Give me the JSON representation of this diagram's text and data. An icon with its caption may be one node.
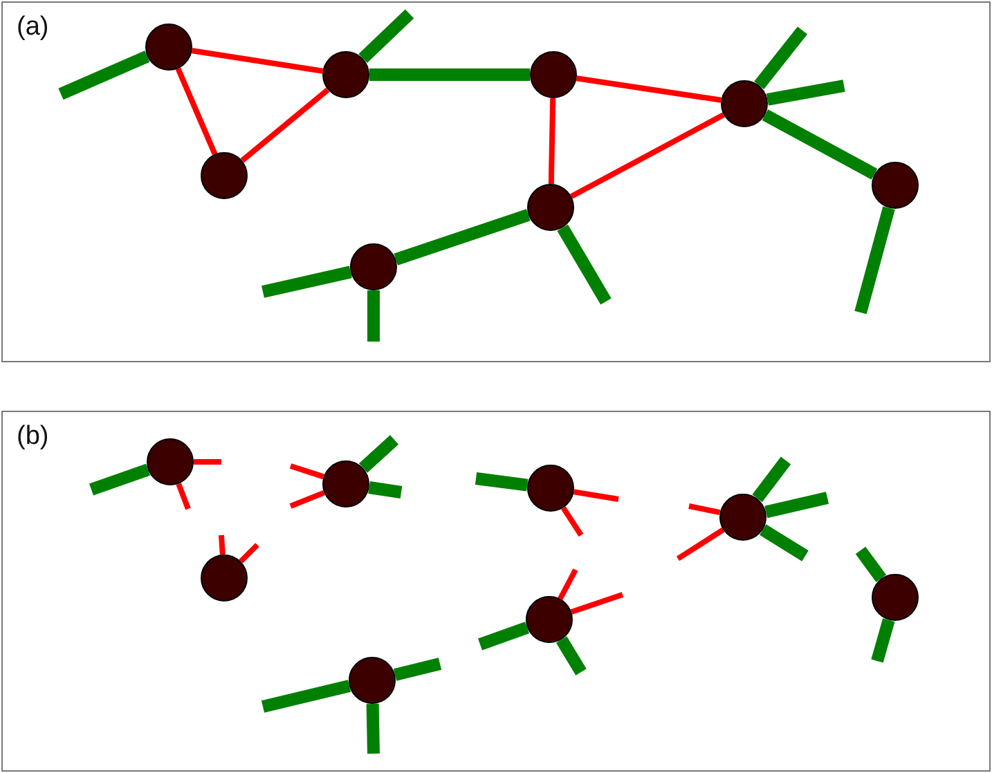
{
  "diagram": {
    "nodes": [
      {
        "text": [
          "(a)"
        ]
      },
      {
        "text": [],
        "shape": "circle",
        "in": 0
      },
      {
        "text": [],
        "shape": "circle",
        "in": 0
      },
      {
        "text": [],
        "shape": "circle",
        "in": 0
      },
      {
        "text": [],
        "shape": "circle",
        "in": 0
      },
      {
        "text": [],
        "shape": "circle",
        "in": 0
      },
      {
        "text": [],
        "shape": "circle",
        "in": 0
      },
      {
        "text": [],
        "shape": "circle",
        "in": 0
      },
      {
        "text": [],
        "shape": "circle",
        "in": 0
      },
      {
        "text": [
          "(b)"
        ]
      },
      {
        "text": [],
        "shape": "circle",
        "in": 9
      },
      {
        "text": [],
        "shape": "circle",
        "in": 9
      },
      {
        "text": [],
        "shape": "circle",
        "in": 9
      },
      {
        "text": [],
        "shape": "circle",
        "in": 9
      },
      {
        "text": [],
        "shape": "circle",
        "in": 9
      },
      {
        "text": [],
        "shape": "circle",
        "in": 9
      },
      {
        "text": [],
        "shape": "circle",
        "in": 9
      },
      {
        "text": [],
        "shape": "circle",
        "in": 9
      }
    ],
    "edges": [
      {
        "from": 1,
        "to": 2,
        "arrow": "none",
        "color": "#ff0000"
      },
      {
        "from": 1,
        "to": 3,
        "arrow": "none",
        "color": "#ff0000"
      },
      {
        "from": 2,
        "to": 3,
        "arrow": "none",
        "color": "#ff0000"
      },
      {
        "from": 3,
        "to": 4,
        "arrow": "none"
      },
      {
        "from": 4,
        "to": 7,
        "arrow": "none",
        "color": "#ff0000"
      },
      {
        "from": 4,
        "to": 5,
        "arrow": "none",
        "color": "#ff0000"
      },
      {
        "from": 7,
        "to": 5,
        "arrow": "none",
        "color": "#ff0000"
      },
      {
        "from": 5,
        "to": 6,
        "arrow": "none"
      },
      {
        "from": 7,
        "to": 8,
        "arrow": "none"
      },
      {
        "from": 1,
        "to": null,
        "arrow": "none"
      },
      {
        "from": 3,
        "to": null,
        "arrow": "none"
      },
      {
        "from": 5,
        "to": null,
        "arrow": "none"
      },
      {
        "from": 5,
        "to": null,
        "arrow": "none"
      },
      {
        "from": 6,
        "to": null,
        "arrow": "none"
      },
      {
        "from": 7,
        "to": null,
        "arrow": "none"
      },
      {
        "from": 8,
        "to": null,
        "arrow": "none"
      },
      {
        "from": 8,
        "to": null,
        "arrow": "none"
      },
      {
        "from": 10,
        "to": null,
        "arrow": "none",
        "color": "#ff0000"
      },
      {
        "from": 10,
        "to": null,
        "arrow": "none",
        "color": "#ff0000"
      },
      {
        "from": 10,
        "to": null,
        "arrow": "none"
      },
      {
        "from": 11,
        "to": null,
        "arrow": "none",
        "color": "#ff0000"
      },
      {
        "from": 11,
        "to": null,
        "arrow": "none",
        "color": "#ff0000"
      },
      {
        "from": 12,
        "to": null,
        "arrow": "none",
        "color": "#ff0000"
      },
      {
        "from": 12,
        "to": null,
        "arrow": "none",
        "color": "#ff0000"
      },
      {
        "from": 12,
        "to": null,
        "arrow": "none"
      },
      {
        "from": 12,
        "to": null,
        "arrow": "none"
      },
      {
        "from": 13,
        "to": null,
        "arrow": "none"
      },
      {
        "from": 13,
        "to": null,
        "arrow": "none",
        "color": "#ff0000"
      },
      {
        "from": 13,
        "to": null,
        "arrow": "none",
        "color": "#ff0000"
      },
      {
        "from": 14,
        "to": null,
        "arrow": "none",
        "color": "#ff0000"
      },
      {
        "from": 14,
        "to": null,
        "arrow": "none",
        "color": "#ff0000"
      },
      {
        "from": 14,
        "to": null,
        "arrow": "none"
      },
      {
        "from": 14,
        "to": null,
        "arrow": "none"
      },
      {
        "from": 14,
        "to": null,
        "arrow": "none"
      },
      {
        "from": 15,
        "to": null,
        "arrow": "none"
      },
      {
        "from": 15,
        "to": null,
        "arrow": "none"
      },
      {
        "from": 16,
        "to": null,
        "arrow": "none",
        "color": "#ff0000"
      },
      {
        "from": 16,
        "to": null,
        "arrow": "none",
        "color": "#ff0000"
      },
      {
        "from": 16,
        "to": null,
        "arrow": "none"
      },
      {
        "from": 16,
        "to": null,
        "arrow": "none"
      },
      {
        "from": 17,
        "to": null,
        "arrow": "none"
      },
      {
        "from": 17,
        "to": null,
        "arrow": "none"
      },
      {
        "from": 17,
        "to": null,
        "arrow": "none"
      }
    ]
  }
}
